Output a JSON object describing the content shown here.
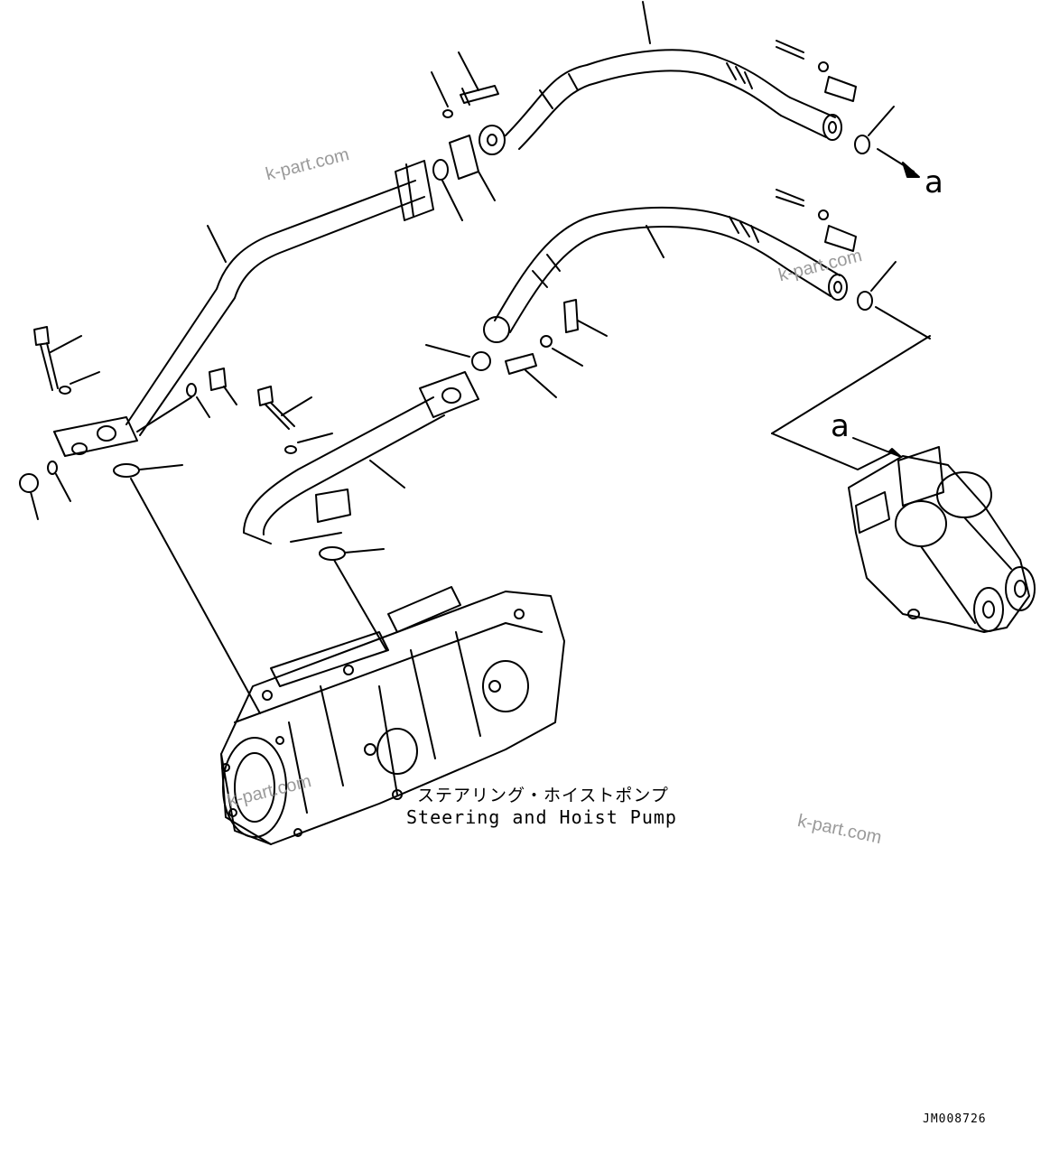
{
  "caption": {
    "japanese": "ステアリング・ホイストポンプ",
    "english": "Steering and Hoist Pump"
  },
  "references": {
    "upper_arrow_label": "a",
    "lower_arrow_label": "a"
  },
  "drawing_code": "JM008726",
  "watermarks": [
    "k-part.com",
    "k-part.com",
    "k-part.com",
    "k-part.com"
  ]
}
